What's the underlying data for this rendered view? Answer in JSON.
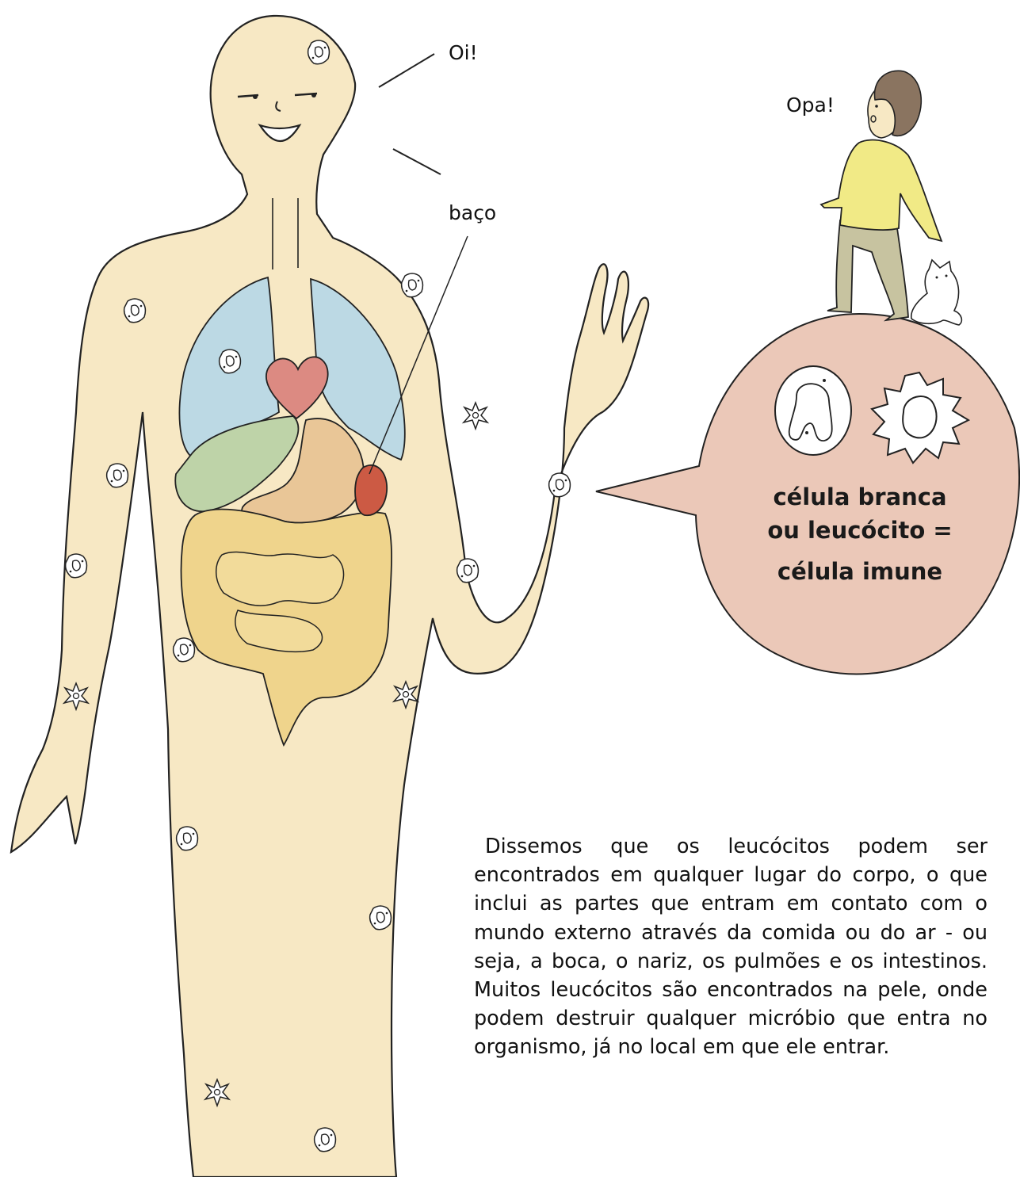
{
  "speech": {
    "oi": "Oi!",
    "opa": "Opa!"
  },
  "labels": {
    "baco": "baço"
  },
  "bubble": {
    "line1": "célula branca",
    "line2": "ou leucócito =",
    "line3": "célula imune"
  },
  "paragraph": "Dissemos que os leucócitos podem ser encontrados em qualquer lugar do corpo, o que inclui as partes que entram em contato com o mundo externo através da comida ou do ar - ou seja, a boca, o nariz, os pulmões e os intestinos. Muitos leucócitos são encontrados na pele, onde podem destruir qualquer micróbio que entra no organismo, já no local em que ele entrar.",
  "colors": {
    "skin": "#f7e8c4",
    "lungs": "#bcd9e4",
    "heart": "#dc8a82",
    "liver": "#bed3a8",
    "stomach": "#e9c697",
    "intestine": "#efd48c",
    "spleen": "#cc5a44",
    "bubble": "#ebc8b8",
    "shirt": "#f1ea86",
    "pants": "#c7c3a0",
    "hair": "#8a7460"
  }
}
